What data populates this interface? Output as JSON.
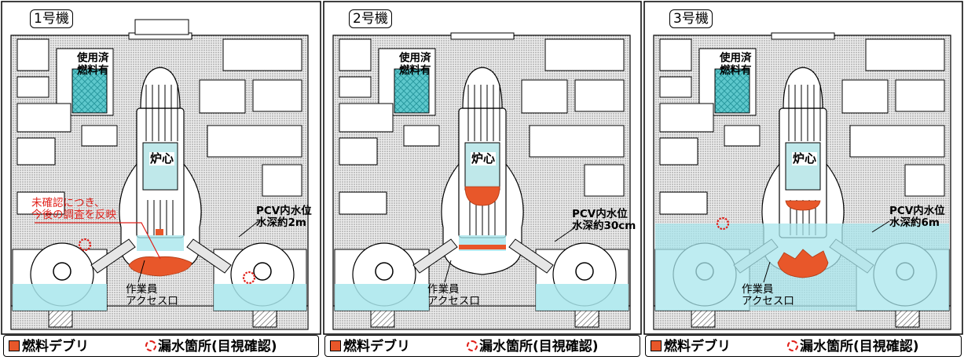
{
  "units": [
    {
      "title": "1号機",
      "pool_label_line1": "使用済",
      "pool_label_line2": "燃料有",
      "core_label": "炉心",
      "water_label_line1": "PCV内水位",
      "water_label_line2": "水深約2m",
      "access_line1": "作業員",
      "access_line2": "アクセス口",
      "note_line1": "未確認につき、",
      "note_line2": "今後の調査を反映"
    },
    {
      "title": "2号機",
      "pool_label_line1": "使用済",
      "pool_label_line2": "燃料有",
      "core_label": "炉心",
      "water_label_line1": "PCV内水位",
      "water_label_line2": "水深約30cm",
      "access_line1": "作業員",
      "access_line2": "アクセス口"
    },
    {
      "title": "3号機",
      "pool_label_line1": "使用済",
      "pool_label_line2": "燃料有",
      "core_label": "炉心",
      "water_label_line1": "PCV内水位",
      "water_label_line2": "水深約6m",
      "access_line1": "作業員",
      "access_line2": "アクセス口"
    }
  ],
  "legend": {
    "debris": "燃料デブリ",
    "leak": "漏水箇所(目視確認)"
  },
  "colors": {
    "debris": "#e8572a",
    "water": "#a8e6ec",
    "leak": "#e0201a",
    "concrete": "#d8d8d8",
    "fuel": "#5ec8cc"
  }
}
